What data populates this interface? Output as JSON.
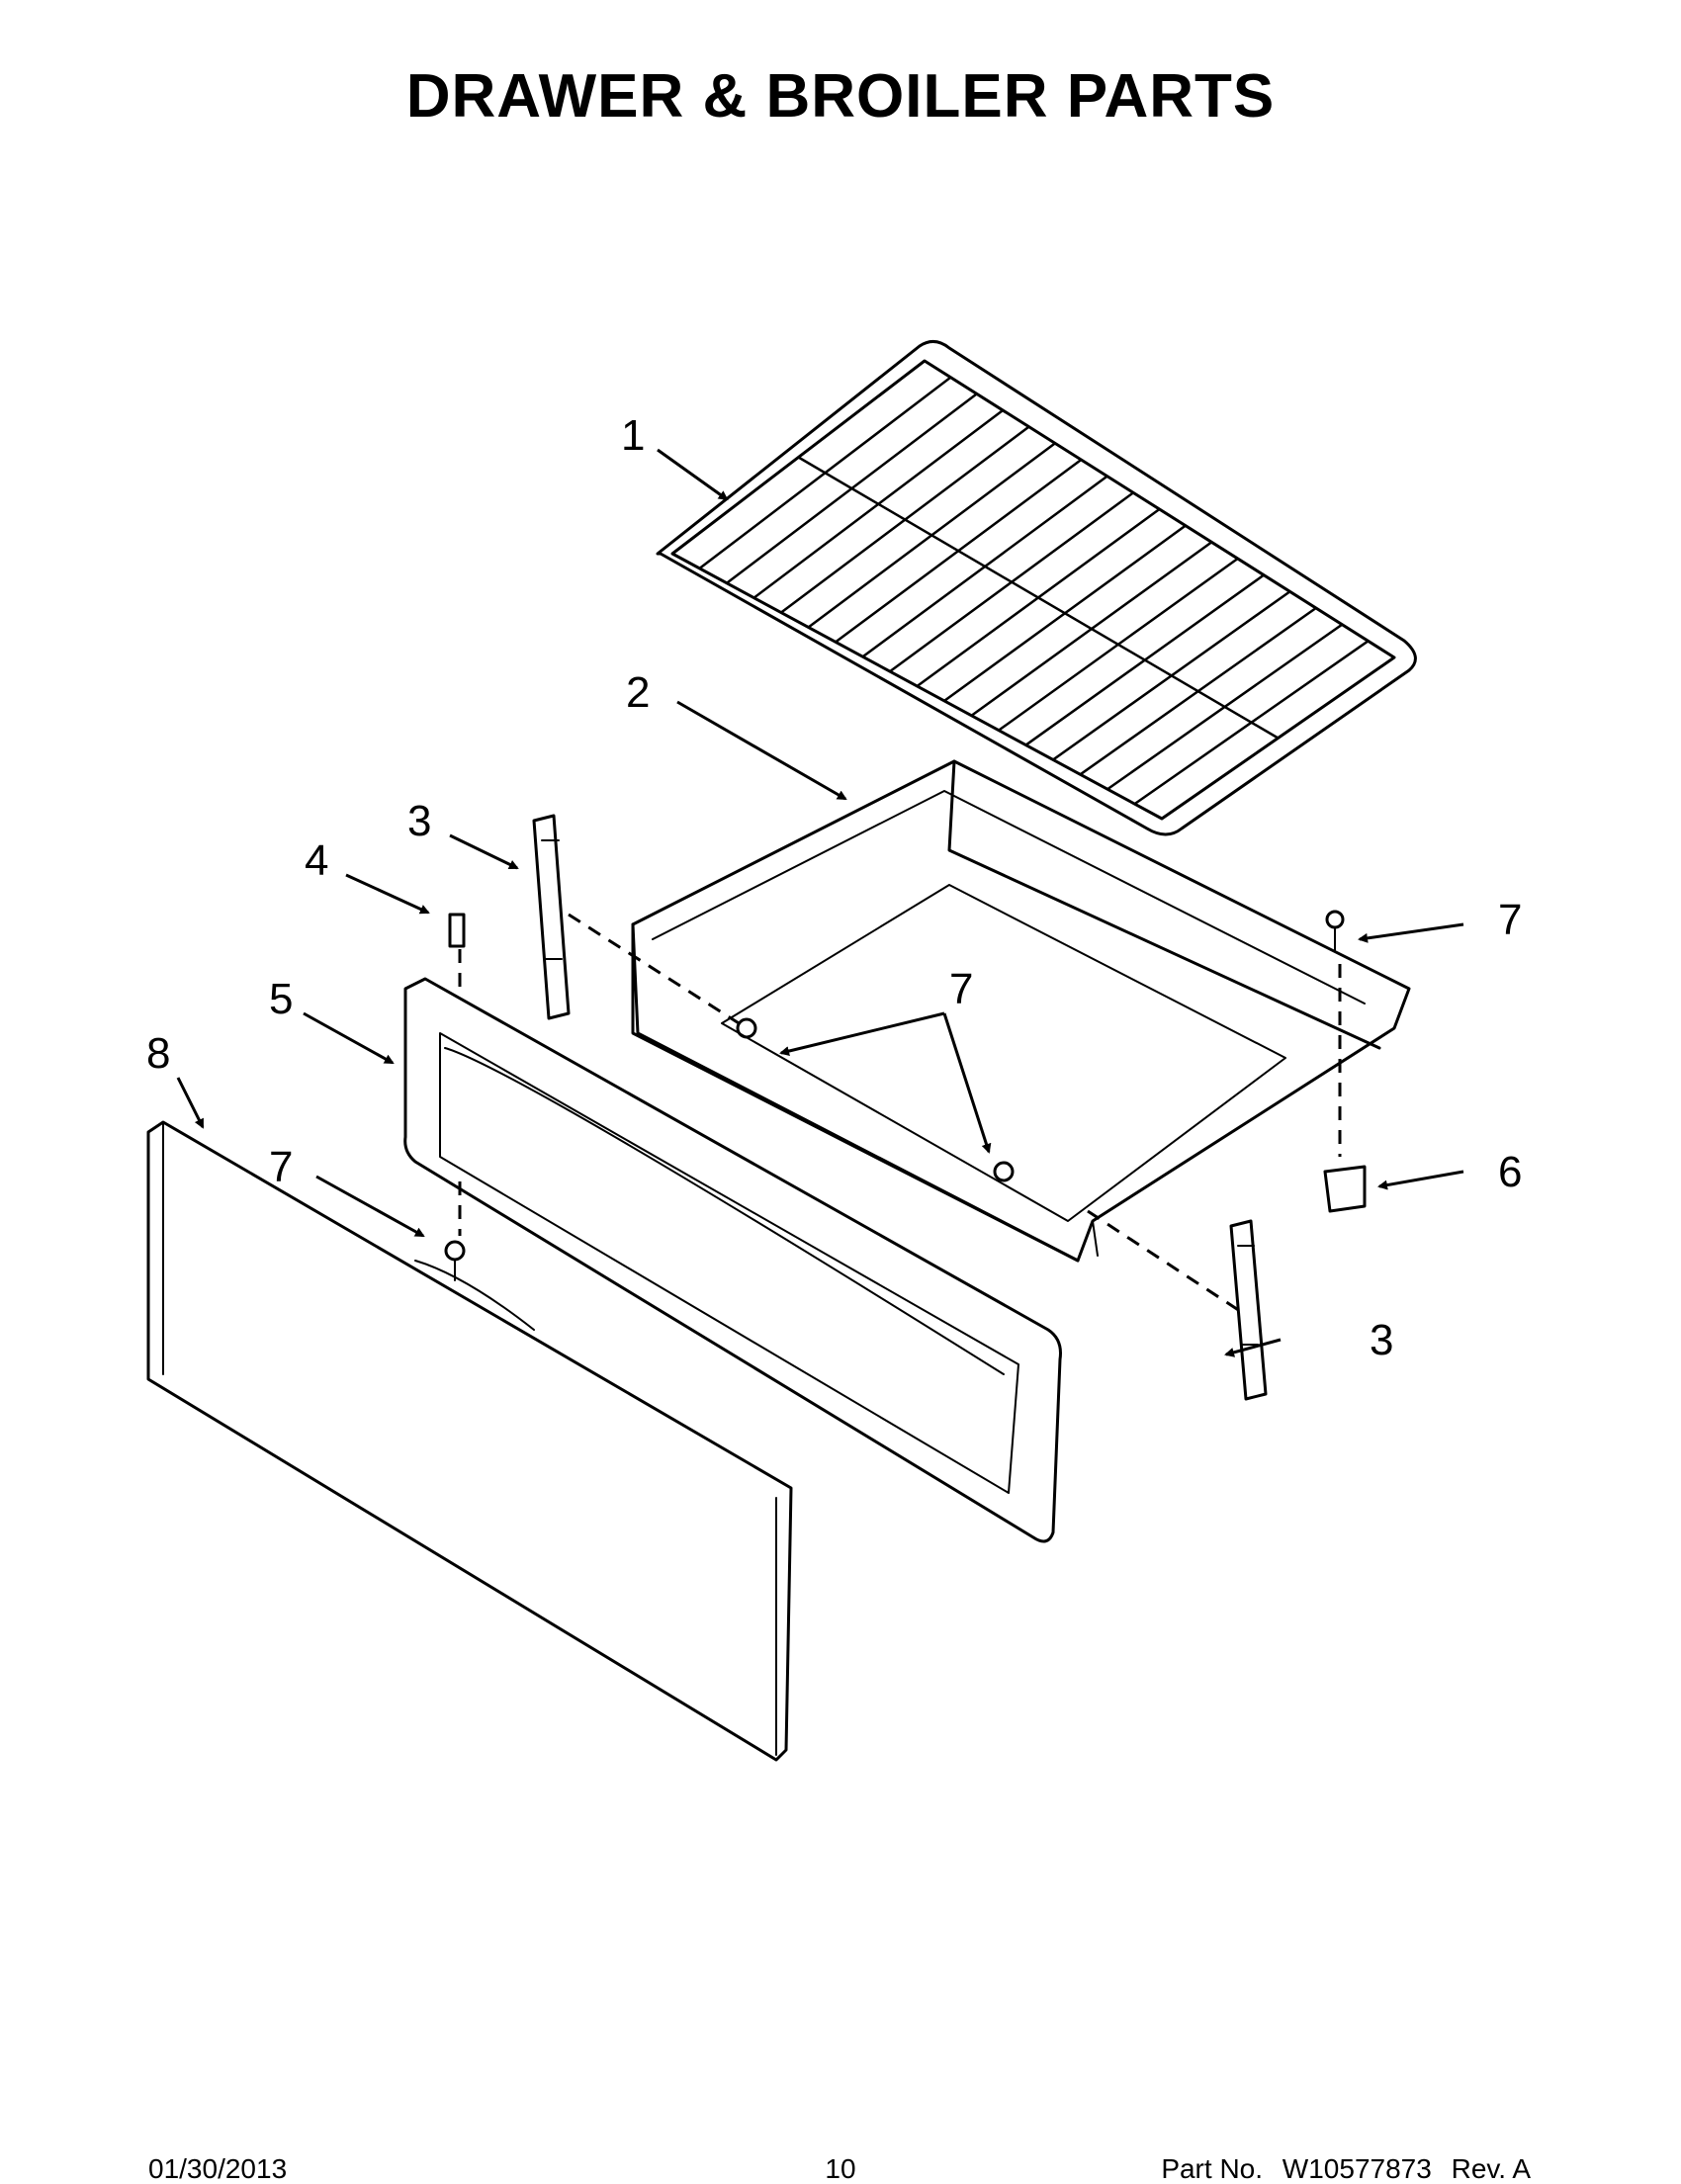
{
  "page": {
    "title": "DRAWER & BROILER PARTS"
  },
  "callouts": [
    "1",
    "2",
    "3",
    "3",
    "4",
    "5",
    "6",
    "7",
    "7",
    "7",
    "8"
  ],
  "footer": {
    "date": "01/30/2013",
    "page_number": "10",
    "part_label": "Part No.",
    "part_number": "W10577873",
    "revision": "Rev.  A"
  }
}
